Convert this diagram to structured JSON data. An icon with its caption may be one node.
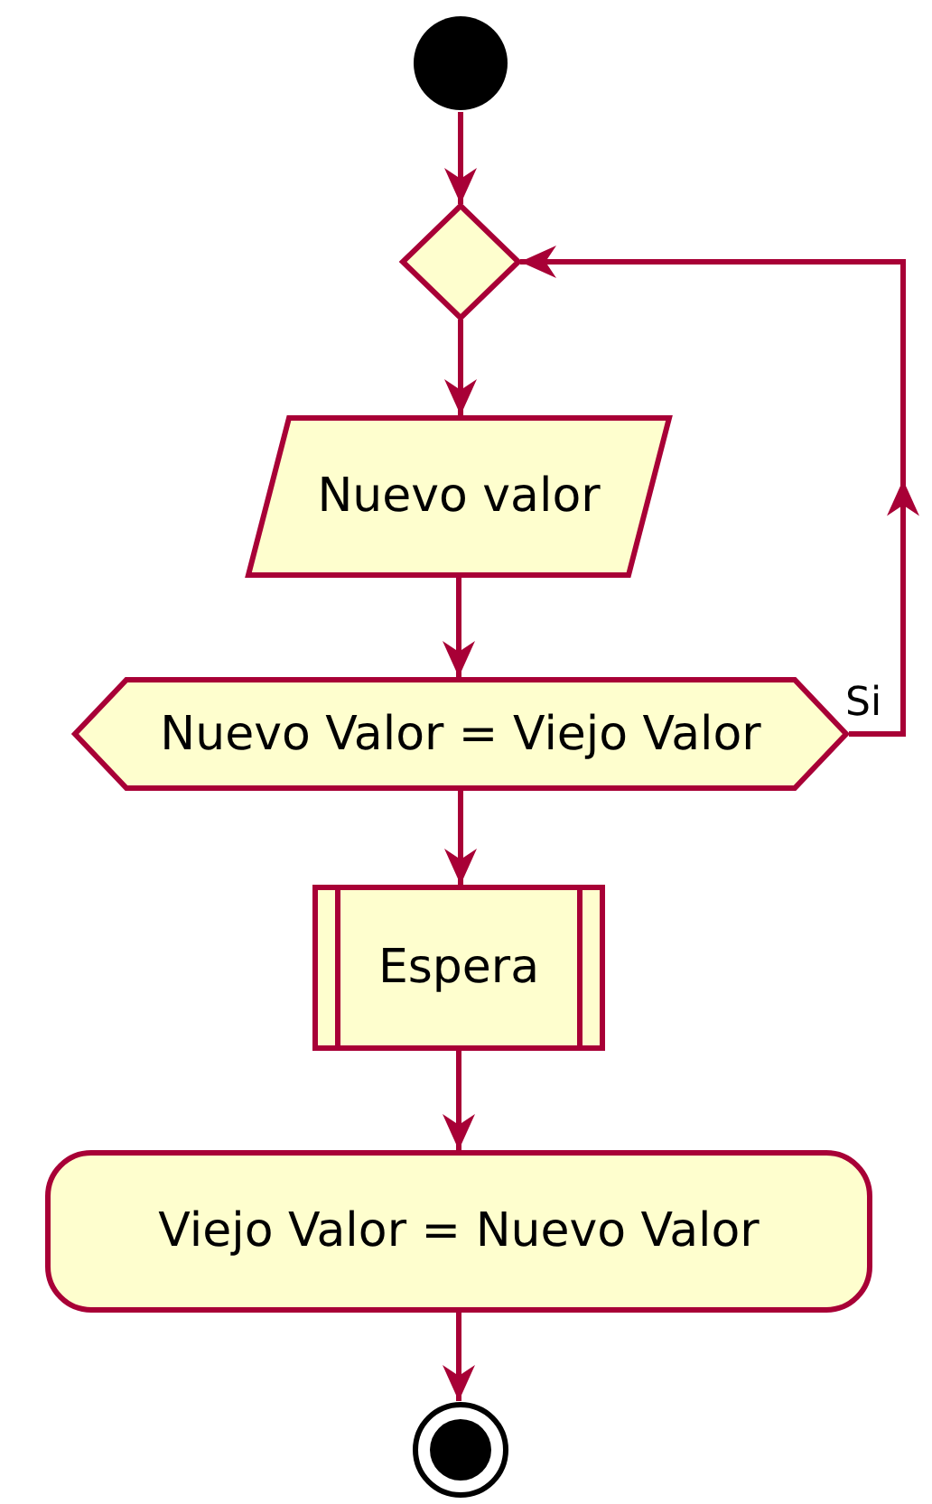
{
  "diagram": {
    "nodes": [
      {
        "text": [],
        "shape": "circle"
      },
      {
        "text": [],
        "shape": "diamond"
      },
      {
        "text": [
          "Nuevo valor"
        ]
      },
      {
        "text": [
          "Nuevo Valor = Viejo Valor"
        ]
      },
      {
        "text": [
          "Espera"
        ]
      },
      {
        "text": [
          "Viejo Valor = Nuevo Valor"
        ]
      },
      {
        "text": [],
        "shape": "circle"
      }
    ],
    "edges": [
      {
        "from": 0,
        "to": 1,
        "arrow": "to"
      },
      {
        "from": 1,
        "to": 2,
        "arrow": "to"
      },
      {
        "from": 2,
        "to": 3,
        "arrow": "to"
      },
      {
        "from": 3,
        "to": 1,
        "arrow": "to",
        "label": "Si"
      },
      {
        "from": 3,
        "to": 4,
        "arrow": "to"
      },
      {
        "from": 4,
        "to": 5,
        "arrow": "to"
      },
      {
        "from": 5,
        "to": 6,
        "arrow": "to"
      }
    ]
  }
}
